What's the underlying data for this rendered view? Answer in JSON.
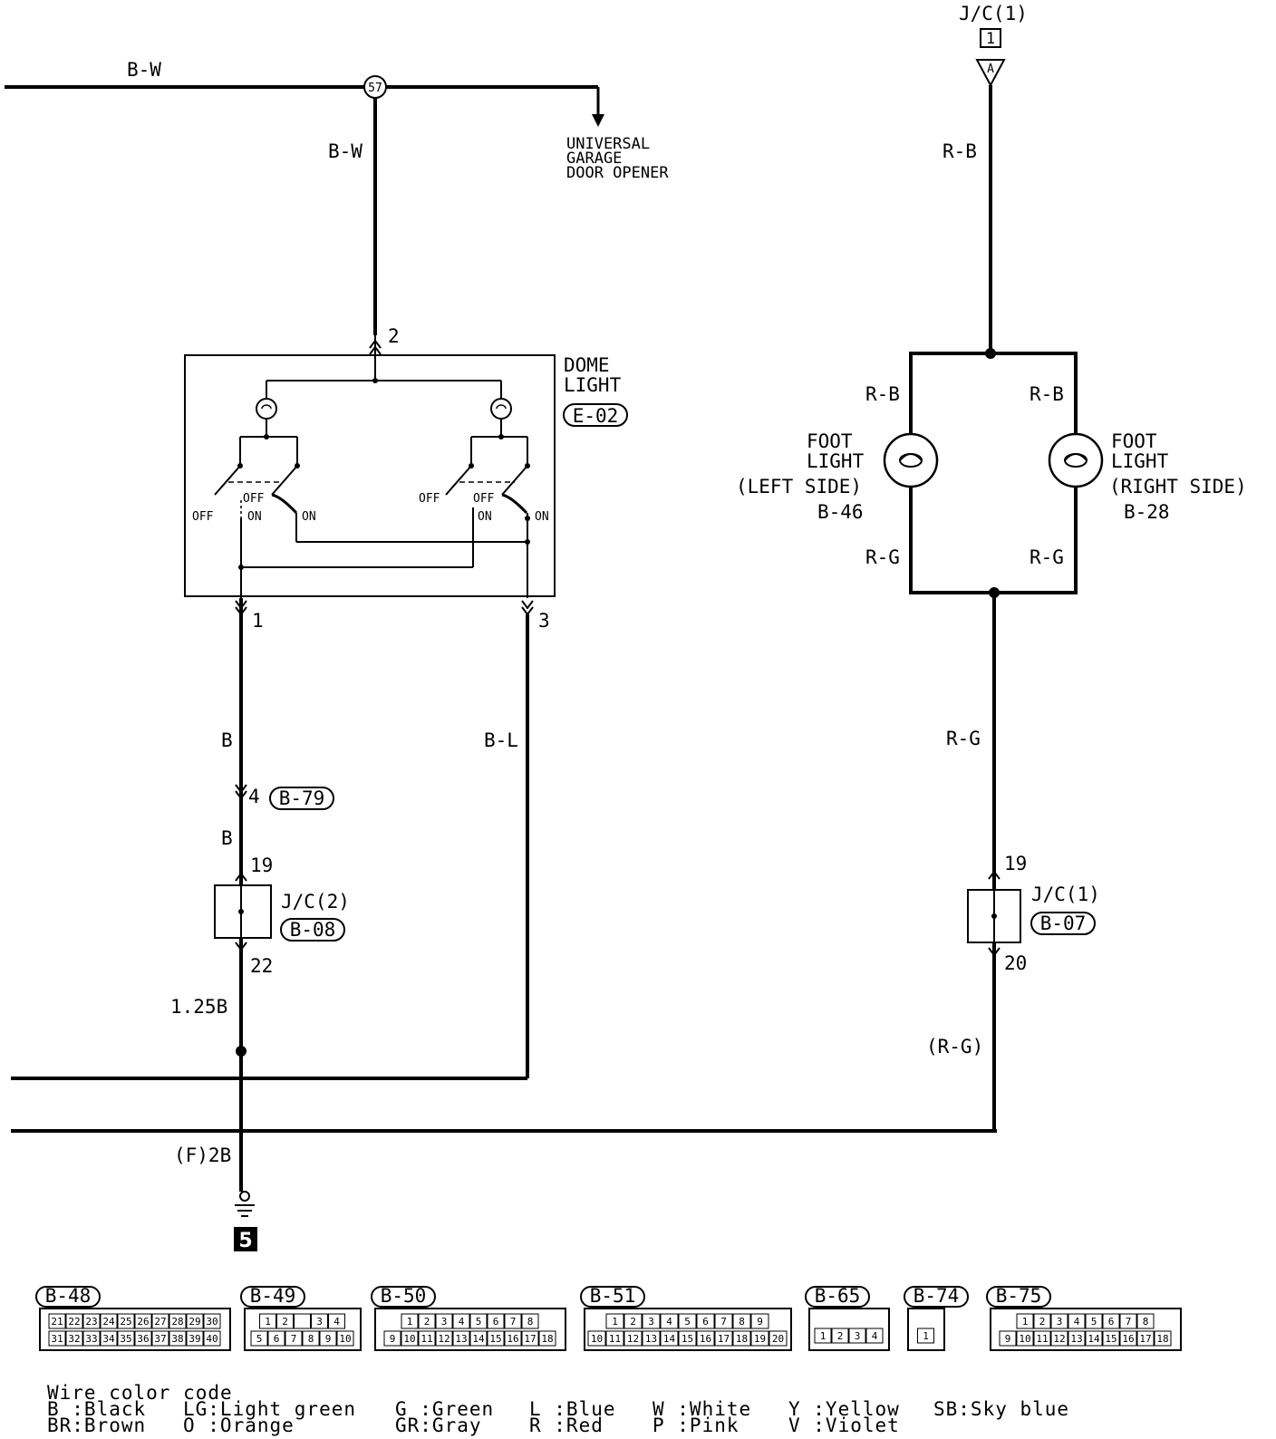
{
  "wires": {
    "top_main": "B-W",
    "drop_to_dome": "B-W",
    "jc1_to_foot": "R-B",
    "foot_left_top": "R-B",
    "foot_right_top": "R-B",
    "foot_left_bottom": "R-G",
    "foot_right_bottom": "R-G",
    "foot_return": "R-G",
    "dome_pin1_wire": "B",
    "dome_pin3_wire": "B-L",
    "after_b79": "B",
    "after_jc2": "1.25B",
    "ground_wire": "(F)2B",
    "bottom_return": "(R-G)"
  },
  "junction": {
    "label": "57"
  },
  "destination": {
    "line1": "UNIVERSAL",
    "line2": "GARAGE",
    "line3": "DOOR OPENER"
  },
  "jc1_top": {
    "label": "J/C(1)",
    "box": "1",
    "connector": "A"
  },
  "dome": {
    "title1": "DOME",
    "title2": "LIGHT",
    "connector": "E-02",
    "pin_top": "2",
    "pin_left": "1",
    "pin_right": "3",
    "left_switch_off": "OFF",
    "left_switch_off2": "OFF",
    "left_switch_on": "ON",
    "left_switch_on2": "ON",
    "right_switch_off": "OFF",
    "right_switch_off2": "OFF",
    "right_switch_on": "ON",
    "right_switch_on2": "ON"
  },
  "foot_left": {
    "line1": "FOOT",
    "line2": "LIGHT",
    "line3": "(LEFT SIDE)",
    "connector": "B-46"
  },
  "foot_right": {
    "line1": "FOOT",
    "line2": "LIGHT",
    "line3": "(RIGHT SIDE)",
    "connector": "B-28"
  },
  "b79": {
    "pin": "4",
    "connector": "B-79"
  },
  "jc2": {
    "label": "J/C(2)",
    "connector": "B-08",
    "pin_in": "19",
    "pin_out": "22"
  },
  "jc1_bottom": {
    "label": "J/C(1)",
    "connector": "B-07",
    "pin_in": "19",
    "pin_out": "20"
  },
  "ground": {
    "number": "5"
  },
  "connectors": {
    "b48": {
      "name": "B-48",
      "row1": [
        "21",
        "22",
        "23",
        "24",
        "25",
        "26",
        "27",
        "28",
        "29",
        "30"
      ],
      "row2": [
        "31",
        "32",
        "33",
        "34",
        "35",
        "36",
        "37",
        "38",
        "39",
        "40"
      ]
    },
    "b49": {
      "name": "B-49",
      "row1": [
        "1",
        "2",
        "",
        "3",
        "4"
      ],
      "row2": [
        "5",
        "6",
        "7",
        "8",
        "9",
        "10"
      ]
    },
    "b50": {
      "name": "B-50",
      "row1": [
        "1",
        "2",
        "3",
        "4",
        "5",
        "6",
        "7",
        "8"
      ],
      "row2": [
        "9",
        "10",
        "11",
        "12",
        "13",
        "14",
        "15",
        "16",
        "17",
        "18"
      ]
    },
    "b51": {
      "name": "B-51",
      "row1": [
        "1",
        "2",
        "3",
        "4",
        "5",
        "6",
        "7",
        "8",
        "9"
      ],
      "row2": [
        "10",
        "11",
        "12",
        "13",
        "14",
        "15",
        "16",
        "17",
        "18",
        "19",
        "20"
      ]
    },
    "b65": {
      "name": "B-65",
      "row2": [
        "1",
        "2",
        "3",
        "4"
      ]
    },
    "b74": {
      "name": "B-74",
      "row2": [
        "1"
      ]
    },
    "b75": {
      "name": "B-75",
      "row1": [
        "1",
        "2",
        "3",
        "4",
        "5",
        "6",
        "7",
        "8"
      ],
      "row2": [
        "9",
        "10",
        "11",
        "12",
        "13",
        "14",
        "15",
        "16",
        "17",
        "18"
      ]
    }
  },
  "legend": {
    "title": "Wire color code",
    "items": [
      "B :Black",
      "BR:Brown",
      "LG:Light green",
      "O :Orange",
      "G :Green",
      "GR:Gray",
      "L :Blue",
      "R :Red",
      "W :White",
      "P :Pink",
      "Y :Yellow",
      "V :Violet",
      "SB:Sky blue"
    ]
  }
}
